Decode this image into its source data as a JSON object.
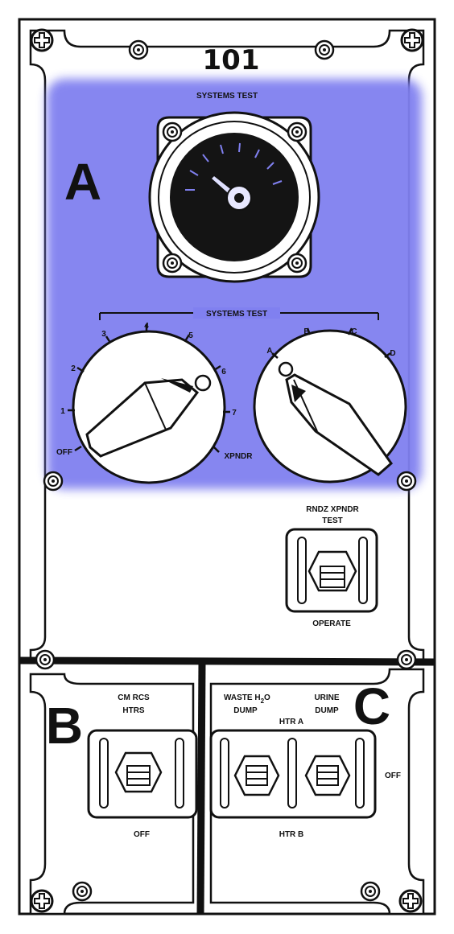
{
  "panel": {
    "number": "101",
    "section_a_letter": "A",
    "section_b_letter": "B",
    "section_c_letter": "C",
    "highlight_color": "#8080f0"
  },
  "meter": {
    "title": "SYSTEMS TEST"
  },
  "selectors": {
    "bracket_label": "SYSTEMS TEST",
    "left_dial": {
      "positions": [
        "OFF",
        "1",
        "2",
        "3",
        "4",
        "5",
        "6",
        "7",
        "XPNDR"
      ]
    },
    "right_dial": {
      "positions": [
        "A",
        "B",
        "C",
        "D"
      ]
    }
  },
  "rndz_switch": {
    "label_line1": "RNDZ  XPNDR",
    "label_line2": "TEST",
    "bottom_label": "OPERATE"
  },
  "section_b": {
    "label_line1": "CM RCS",
    "label_line2": "HTRS",
    "bottom_label": "OFF"
  },
  "section_c": {
    "waste_line1": "WASTE H",
    "waste_subscript": "2",
    "waste_o": "O",
    "waste_line2": "DUMP",
    "urine_line1": "URINE",
    "urine_line2": "DUMP",
    "htr_a": "HTR A",
    "htr_b": "HTR B",
    "right_label": "OFF"
  }
}
